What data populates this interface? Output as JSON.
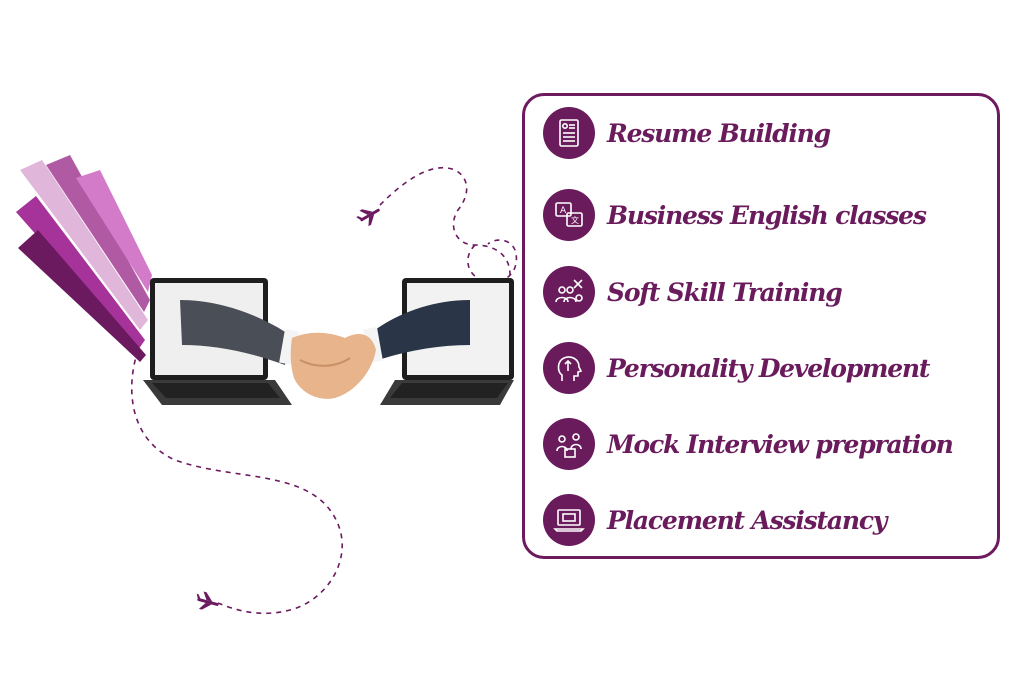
{
  "services": [
    {
      "label": "Resume  Building",
      "icon": "resume-icon"
    },
    {
      "label": "Business English classes",
      "icon": "language-icon"
    },
    {
      "label": "Soft Skill Training",
      "icon": "team-tools-icon"
    },
    {
      "label": "Personality Development",
      "icon": "head-growth-icon"
    },
    {
      "label": "Mock Interview prepration",
      "icon": "interview-icon"
    },
    {
      "label": "Placement Assistancy",
      "icon": "laptop-icon"
    }
  ],
  "colors": {
    "brand": "#6a1b5c",
    "stripe_dark": "#6b1a60",
    "stripe_mid": "#a0338f",
    "stripe_light": "#d9a6d2"
  }
}
